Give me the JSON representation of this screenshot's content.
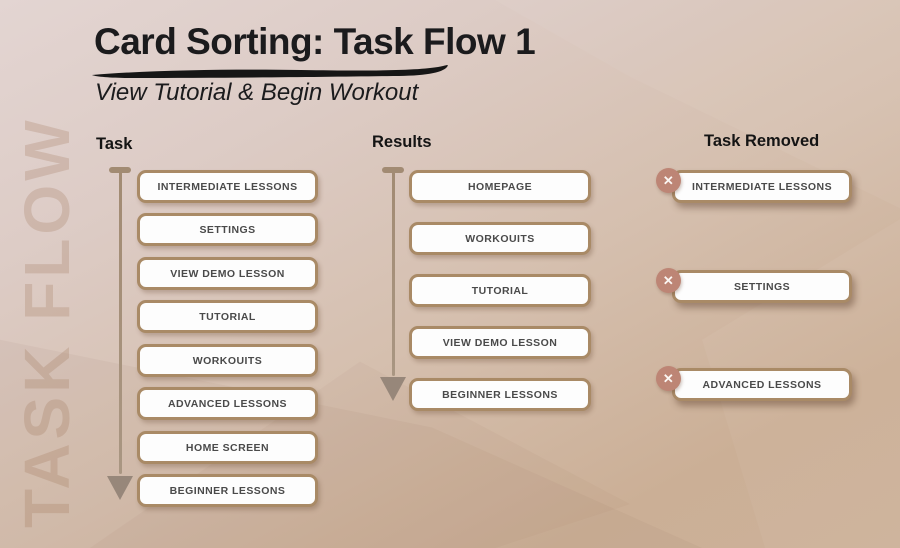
{
  "page": {
    "title": "Card Sorting: Task Flow 1",
    "subtitle": "View Tutorial & Begin Workout",
    "watermark": "Task Flow"
  },
  "colors": {
    "background_top": "#e3d5d2",
    "background_bottom": "#cbaf96",
    "card_border": "#a98a66",
    "card_fill": "#fdfdfd",
    "card_text": "#4a4a4a",
    "arrow": "#a28b73",
    "arrow_head": "#97877a",
    "removed_badge": "#bd8575",
    "title_text": "#1b1b1d"
  },
  "columns": {
    "task": {
      "header": "Task",
      "cards": [
        "INTERMEDIATE LESSONS",
        "SETTINGS",
        "VIEW DEMO LESSON",
        "TUTORIAL",
        "WORKOUITS",
        "ADVANCED LESSONS",
        "HOME SCREEN",
        "BEGINNER LESSONS"
      ]
    },
    "results": {
      "header": "Results",
      "cards": [
        "HOMEPAGE",
        "WORKOUITS",
        "TUTORIAL",
        "VIEW DEMO LESSON",
        "BEGINNER LESSONS"
      ]
    },
    "removed": {
      "header": "Task Removed",
      "badge_icon": "✕",
      "cards": [
        "INTERMEDIATE LESSONS",
        "SETTINGS",
        "ADVANCED LESSONS"
      ]
    }
  }
}
